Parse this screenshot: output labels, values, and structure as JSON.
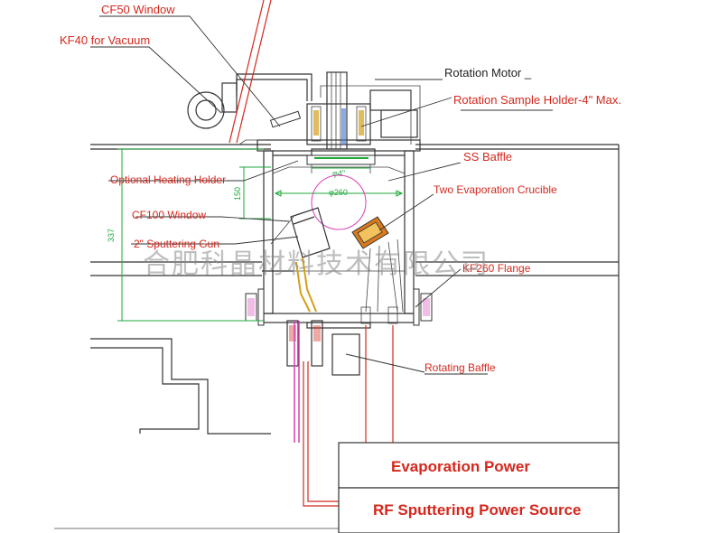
{
  "labels": {
    "cf50_window": "CF50 Window",
    "kf40_vacuum": "KF40 for Vacuum",
    "rotation_motor": "Rotation Motor _",
    "rotation_sample_holder": "Rotation Sample Holder-4\" Max.",
    "ss_baffle": "SS Baffle",
    "optional_heating_holder": "Optional Heating Holder",
    "two_evaporation_crucible": "Two Evaporation  Crucible",
    "cf100_window": "CF100 Window",
    "sputtering_gun": "2\" Sputtering Gun",
    "kf260_flange": "KF260 Flange",
    "rotating_baffle": "Rotating Baffle"
  },
  "dimensions": {
    "d4": "φ4\"",
    "d260": "φ260",
    "height_337": "337",
    "height_150": "150"
  },
  "power_boxes": {
    "evaporation_power": "Evaporation Power",
    "rf_sputtering_power": "RF Sputtering Power Source"
  },
  "watermark": "合肥科晶材料技术有限公司",
  "colors": {
    "label_red": "#d4281e",
    "dimension_green": "#1fa83a",
    "sputter_line_pink": "#d63fb4",
    "watermark_gray": "#8a8a8a"
  }
}
